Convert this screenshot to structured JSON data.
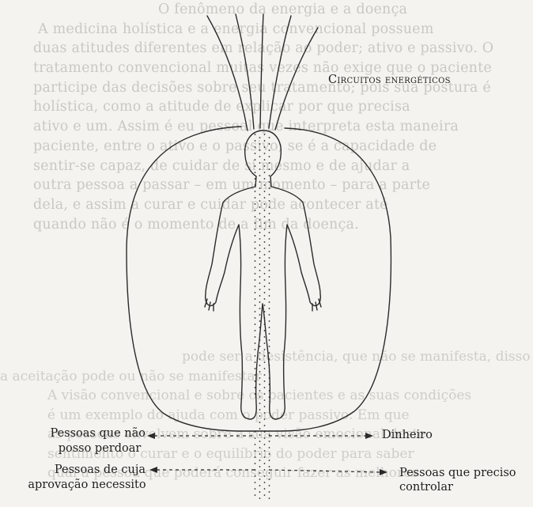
{
  "figure": {
    "title": "Circuitos energéticos"
  },
  "labels": {
    "left_top_1": "Pessoas que não",
    "left_top_2": "posso perdoar",
    "right_top": "Dinheiro",
    "left_bottom_1": "Pessoas de cuja",
    "left_bottom_2": "aprovação necessito",
    "right_bottom_1": "Pessoas que preciso",
    "right_bottom_2": "controlar"
  },
  "bleed_through_upper": [
    "  O fenômeno da energia e a doença  ",
    "  A medicina holística e a energia convencional possuem",
    "duas atitudes diferentes em relação ao poder; ativo e passivo. O",
    "tratamento convencional muitas vezes não exige que o paciente",
    "participe das decisões sobre seu tratamento; pois sua postura é",
    "holística, como a atitude de explicar por que precisa",
    "ativo e um. Assim é eu pessoal que interpreta esta maneira",
    "paciente, entre o ativo e o passivo; se é a capacidade de",
    "sentir-se capaz, de cuidar de si mesmo e de ajudar a",
    "outra pessoa a passar – em um momento – para a parte",
    "dela, e assim a curar e cuidar pode acontecer até",
    "quando não é o momento de a fim da doença."
  ],
  "bleed_through_lower": [
    "  ",
    "  ",
    "  pode ser a desistência, que não se manifesta, disso é",
    "                      a aceitação pode ou não se manifestar",
    "A visão convencional e sobre os pacientes e as suas condições",
    "é um exemplo do ajuda com o poder passivo. Em que",
    "as pessoas envolvem sobre a sua visão emocional deste",
    "sentimento o curar e o equilíbrio do poder para saber",
    "qual a pessoa que poderá conseguir fazer as melhores"
  ]
}
